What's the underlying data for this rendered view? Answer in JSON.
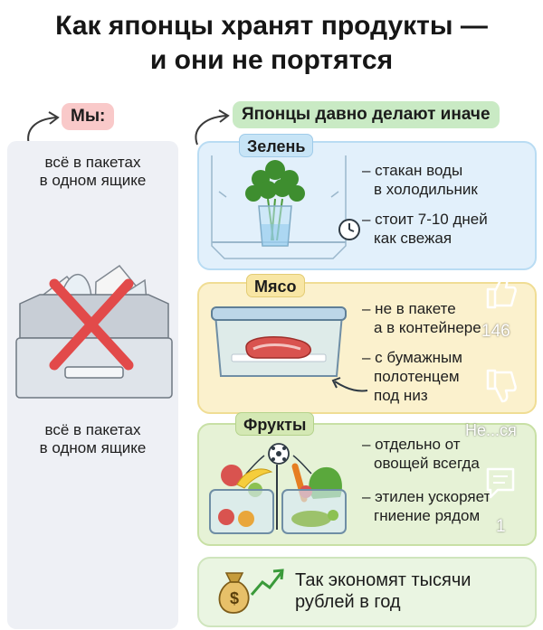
{
  "title": {
    "line1": "Как японцы хранят продукты —",
    "line2": "и они не портятся"
  },
  "we": {
    "label": "Мы:",
    "text_top_1": "всё в пакетах",
    "text_top_2": "в одном ящике",
    "text_bottom_1": "всё в пакетах",
    "text_bottom_2": "в одном ящике"
  },
  "japan": {
    "label": "Японцы давно делают иначе"
  },
  "greens": {
    "tag": "Зелень",
    "line1": "– стакан воды",
    "line2": "в холодильник",
    "line3": "– стоит 7-10 дней",
    "line4": "как свежая"
  },
  "meat": {
    "tag": "Мясо",
    "line1": "– не в пакете",
    "line2": "а в контейнере",
    "line3": "– с бумажным",
    "line4": "полотенцем",
    "line5": "под низ"
  },
  "fruit": {
    "tag": "Фрукты",
    "line1": "– отдельно от",
    "line2": "овощей всегда",
    "line3": "– этилен ускоряет",
    "line4": "гниение рядом"
  },
  "save": {
    "line1": "Так экономят тысячи",
    "line2": "рублей в год",
    "icon_label": "$"
  },
  "overlay": {
    "likes": "146",
    "dislike": "Не...ся",
    "comments": "1"
  },
  "colors": {
    "we_pill": "#f9c9c9",
    "jp_pill": "#c9eac4",
    "greens_card": "#e2f0fb",
    "meat_card": "#fbf1cd",
    "fruit_card": "#e6f2d6",
    "cross": "#e24a4a"
  }
}
